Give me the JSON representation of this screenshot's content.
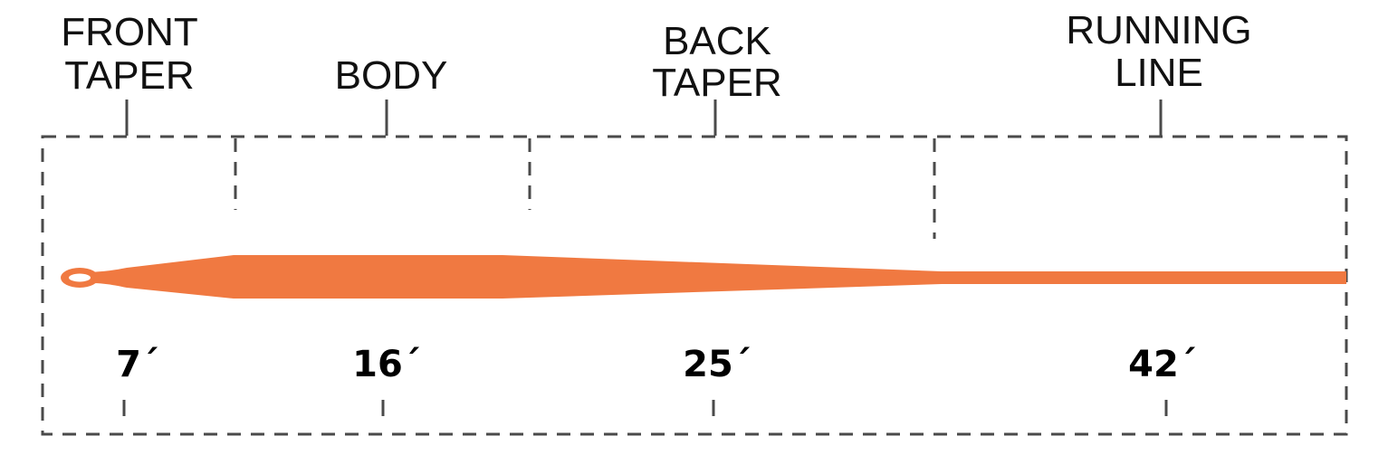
{
  "sections": [
    {
      "label_lines": [
        "FRONT",
        "TAPER"
      ],
      "length": "7´"
    },
    {
      "label_lines": [
        "BODY"
      ],
      "length": "16´"
    },
    {
      "label_lines": [
        "BACK",
        "TAPER"
      ],
      "length": "25´"
    },
    {
      "label_lines": [
        "RUNNING",
        "LINE"
      ],
      "length": "42´"
    }
  ],
  "colors": {
    "line": "#f07941",
    "frame": "#4a4a4a",
    "text": "#111111"
  }
}
